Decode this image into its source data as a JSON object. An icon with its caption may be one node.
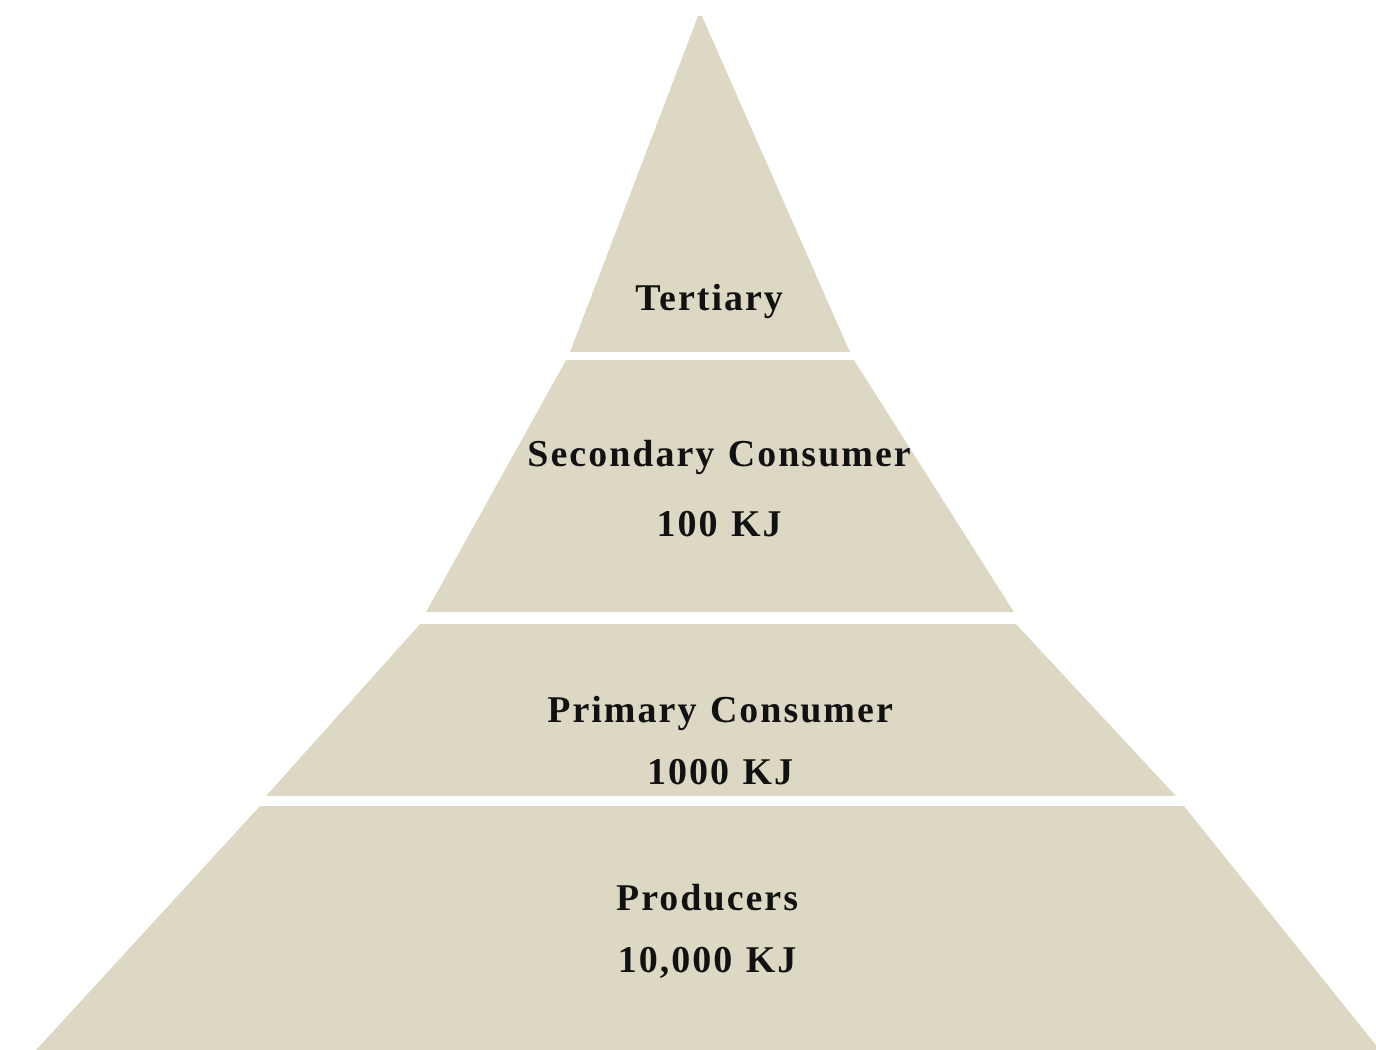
{
  "diagram": {
    "nodes": [
      {
        "text": [
          "Tertiary"
        ]
      },
      {
        "text": [
          "Secondary Consumer",
          "100 KJ"
        ]
      },
      {
        "text": [
          "Primary Consumer",
          "1000 KJ"
        ]
      },
      {
        "text": [
          "Producers",
          "10,000 KJ"
        ]
      }
    ]
  }
}
